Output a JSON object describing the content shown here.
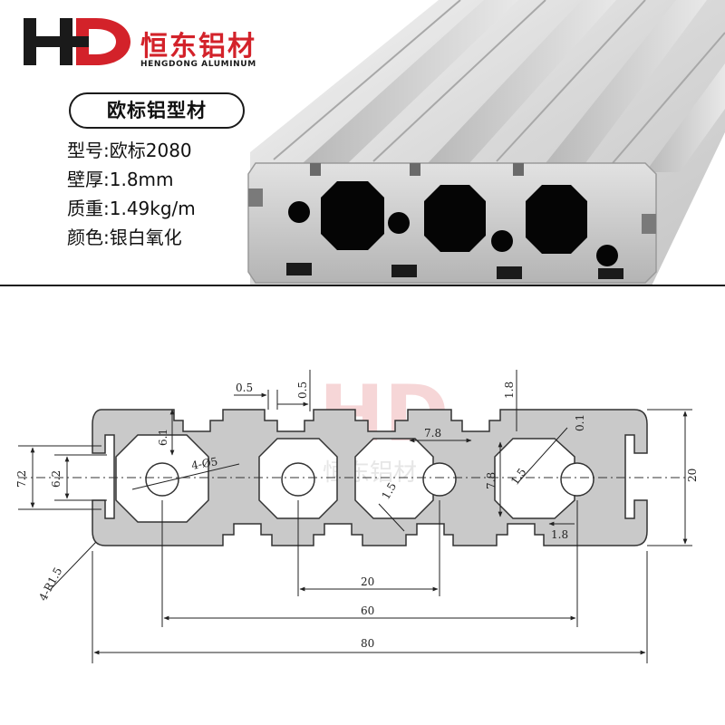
{
  "brand": {
    "logo_letters": "HD",
    "name_cn": "恒东铝材",
    "name_en": "HENGDONG ALUMINUM",
    "watermark_cn": "恒东铝材",
    "colors": {
      "red": "#d3222a",
      "black": "#1a1a1a"
    }
  },
  "product": {
    "title": "欧标铝型材",
    "specs": [
      {
        "label": "型号:",
        "value": "欧标2080"
      },
      {
        "label": "壁厚:",
        "value": "1.8mm"
      },
      {
        "label": "质重:",
        "value": "1.49kg/m"
      },
      {
        "label": "颜色:",
        "value": "银白氧化"
      }
    ]
  },
  "drawing": {
    "dimensions": {
      "slot_top": "0.5",
      "slot_side": "0.5",
      "wall_top": "1.8",
      "slot_depth": "6.1",
      "holes": "4-Ø5",
      "slot_width": "7.8",
      "web_thickness": "0.1",
      "fillet": "1.5",
      "fillet_small": "1.5",
      "slot_height": "7.8",
      "rib": "1.8",
      "slot_open_outer": "7.2",
      "slot_open_inner": "6.2",
      "height": "20",
      "corners": "4-R1.5",
      "pitch": "20",
      "center_span": "60",
      "total_length": "80"
    }
  }
}
